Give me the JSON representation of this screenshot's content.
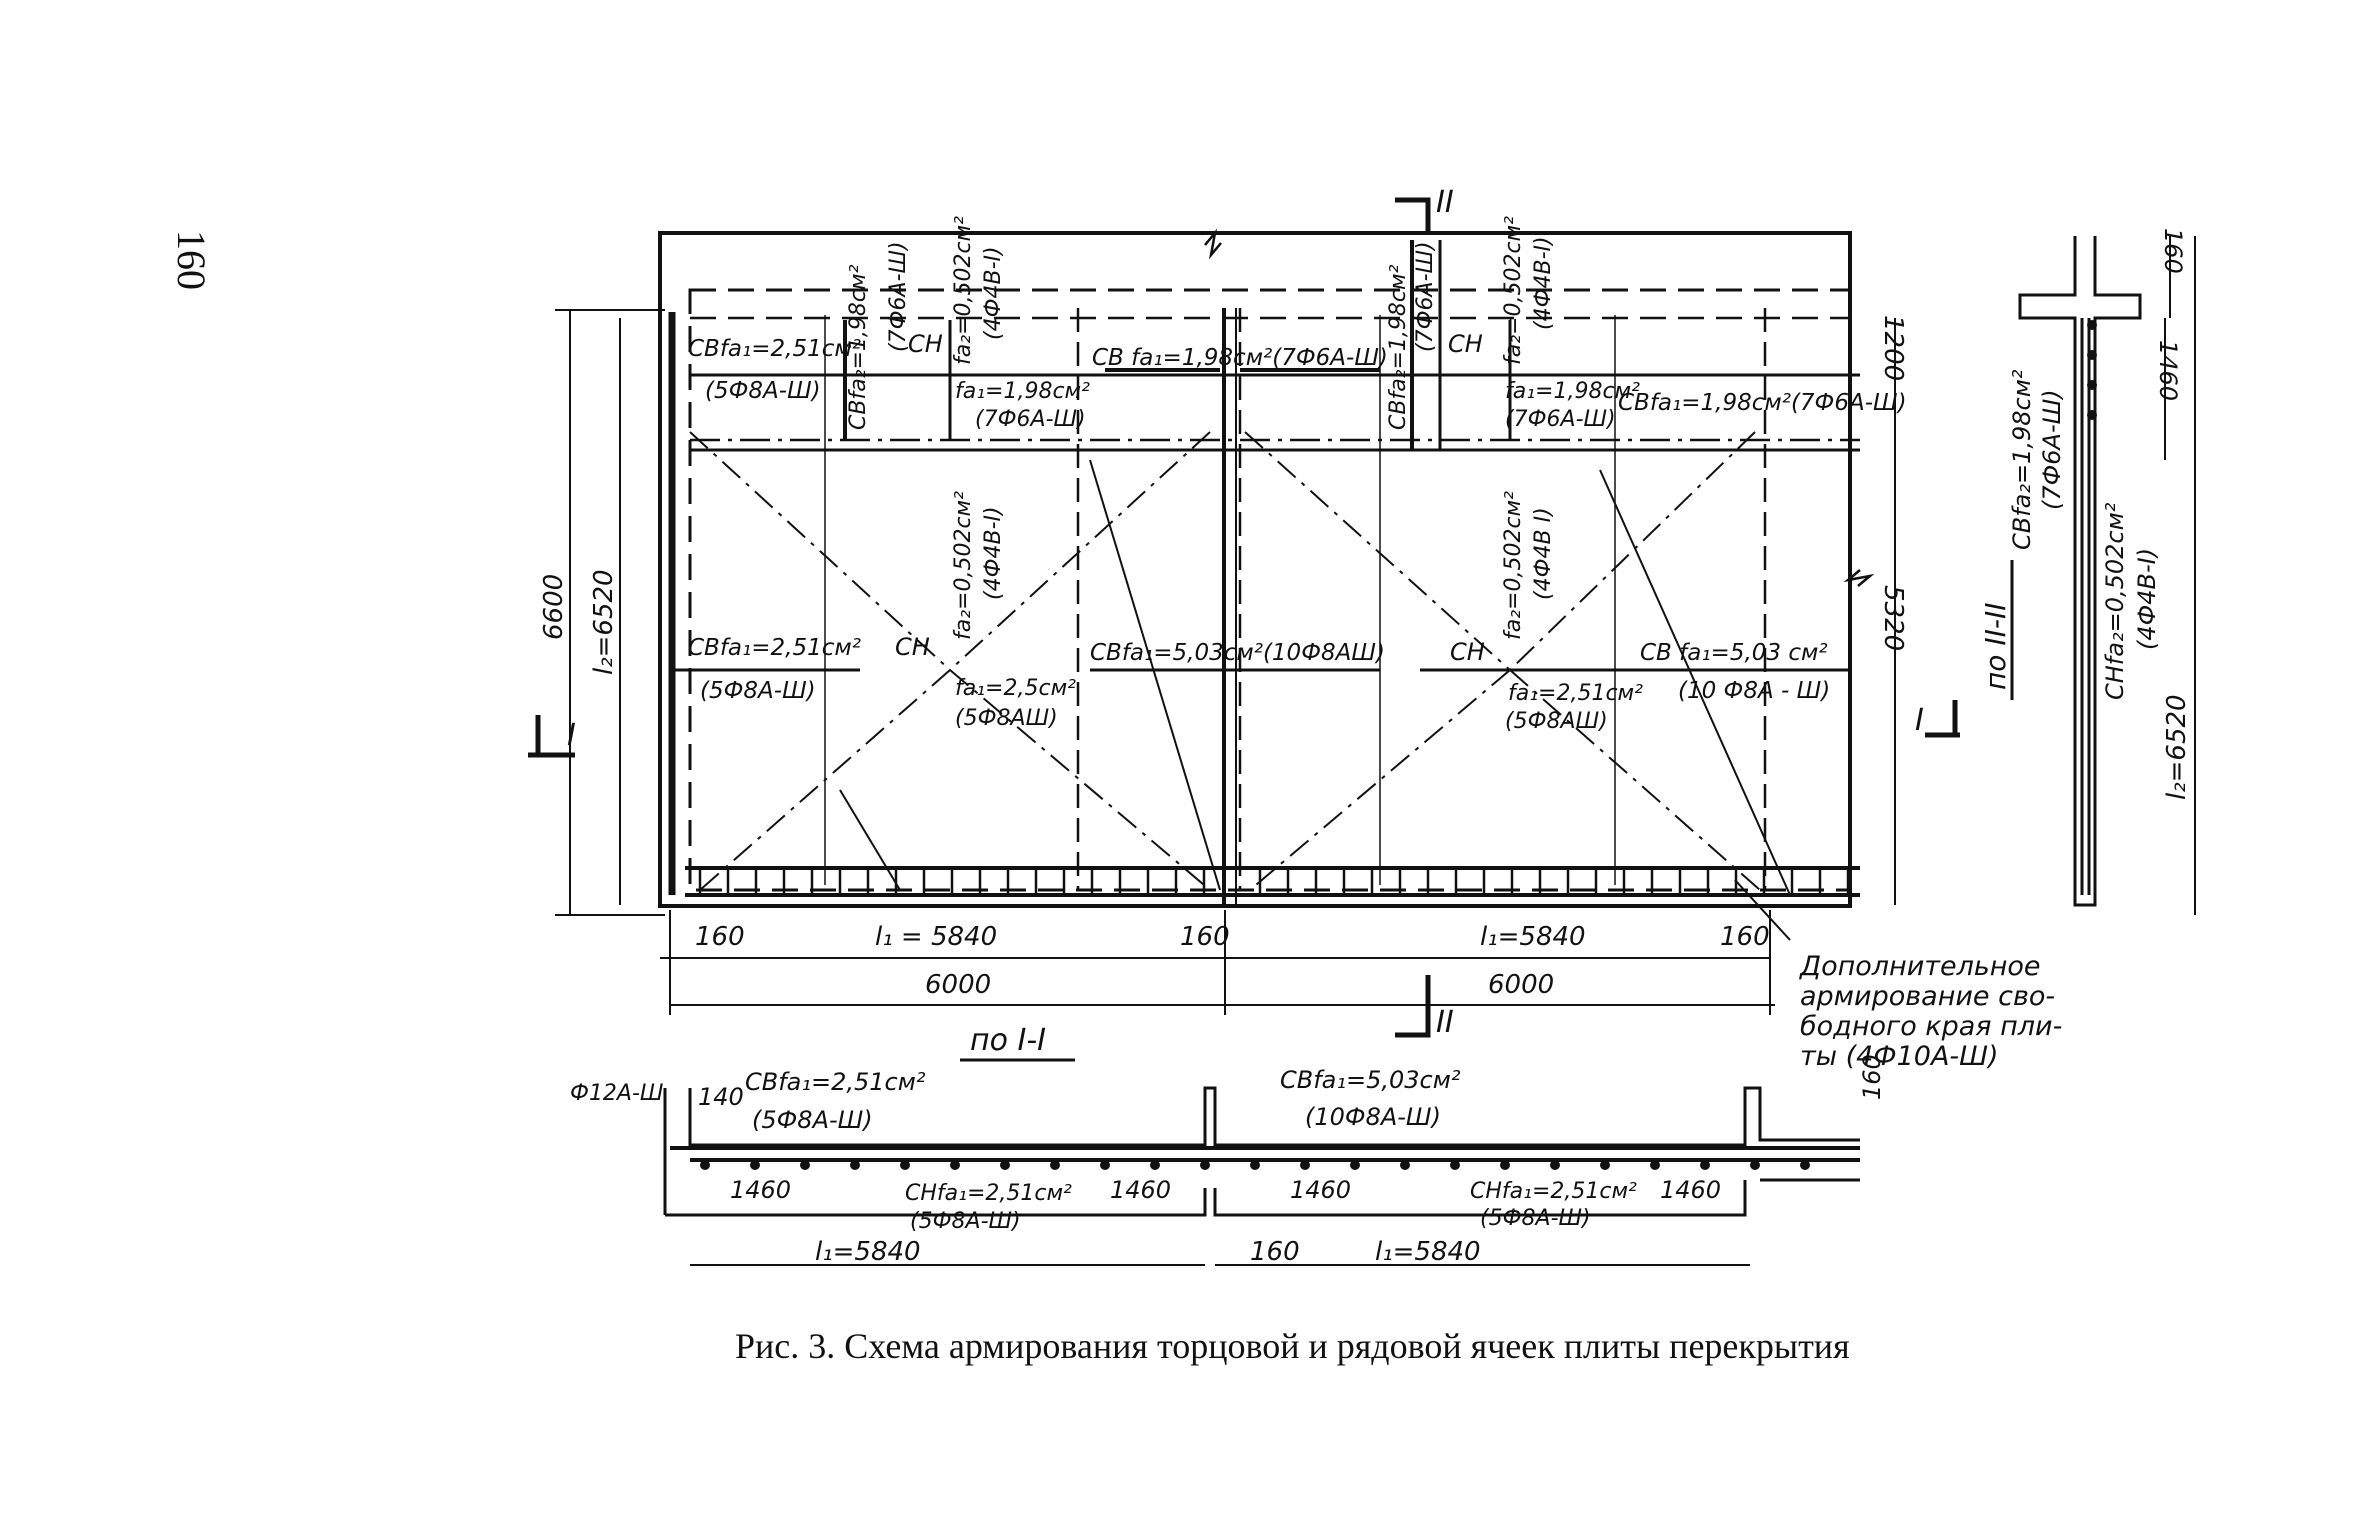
{
  "page": {
    "number": "160",
    "caption": "Рис. 3. Схема армирования торцовой и рядовой ячеек плиты перекрытия"
  },
  "plan": {
    "section_mark_top": "II",
    "section_mark_bottom": "II",
    "section_mark_left": "I",
    "section_mark_right": "I",
    "top_left": {
      "cb_fa1": "CBfa₁=2,51см²",
      "cb_fa1_bars": "(5Ф8А-Ш)",
      "cb_fa2": "CBfa₂=1,98см²",
      "cb_fa2_bars": "(7Ф6А-Ш)",
      "ch": "CH",
      "ch_fa2": "fa₂=0,502см²",
      "ch_fa2_bars": "(4Ф4В-I)",
      "ch_fa1": "fa₁=1,98см²",
      "ch_fa1_bars": "(7Ф6А-Ш)"
    },
    "top_mid": {
      "cb_fa1": "CB fa₁=1,98см²(7Ф6А-Ш)"
    },
    "top_right": {
      "cb_fa2": "CBfa₂=1,98см²",
      "cb_fa2_bars": "(7Ф6А-Ш)",
      "ch": "CH",
      "ch_fa2": "fa₂=0,502см²",
      "ch_fa2_bars": "(4Ф4В-I)",
      "ch_fa1": "fa₁=1,98см²",
      "ch_fa1_bars": "(7Ф6А-Ш)",
      "cb_fa1": "CBfa₁=1,98см²(7Ф6А-Ш)"
    },
    "mid_left": {
      "cb_fa1": "CBfa₁=2,51см²",
      "cb_fa1_bars": "(5Ф8А-Ш)",
      "ch": "CH",
      "ch_fa2": "fa₂=0,502см²",
      "ch_fa2_bars": "(4Ф4В-I)",
      "ch_fa1": "fa₁=2,5см²",
      "ch_fa1_bars": "(5Ф8АШ)"
    },
    "mid_center": {
      "cb_fa1": "CBfa₁=5,03см²(10Ф8АШ)"
    },
    "mid_right": {
      "ch": "CH",
      "ch_fa2": "fa₂=0,502см²",
      "ch_fa2_bars": "(4Ф4В I)",
      "ch_fa1": "fa₁=2,51см²",
      "ch_fa1_bars": "(5Ф8АШ)",
      "cb_fa1": "CB fa₁=5,03 см²",
      "cb_fa1_bars": "(10 Ф8А - Ш)"
    },
    "dims": {
      "d6600": "6600",
      "l2_left": "l₂=6520",
      "d5320": "5320",
      "d1200": "1200",
      "d160_a": "160",
      "l1_a": "l₁ = 5840",
      "d160_b": "160",
      "l1_b": "l₁=5840",
      "d160_c": "160",
      "d6000_a": "6000",
      "d6000_b": "6000"
    },
    "note": [
      "Дополнительное",
      "армирование сво-",
      "бодного края пли-",
      "ты (4Ф10А-Ш)"
    ]
  },
  "section2": {
    "title": "по II-II",
    "d160": "160",
    "d1460": "1460",
    "cb_fa2": "CBfa₂=1,98см²",
    "cb_fa2_bars": "(7Ф6А-Ш)",
    "ch_fa2": "CHfa₂=0,502см²",
    "ch_fa2_bars": "(4Ф4В-I)",
    "l2": "l₂=6520"
  },
  "section1": {
    "title": "по I-I",
    "edge_bar": "Ф12А-Ш",
    "d140": "140",
    "cb_left": "CBfa₁=2,51см²",
    "cb_left_bars": "(5Ф8А-Ш)",
    "cb_right": "CBfa₁=5,03см²",
    "cb_right_bars": "(10Ф8А-Ш)",
    "d160_right": "160",
    "d1460_a": "1460",
    "d1460_b": "1460",
    "d1460_c": "1460",
    "d1460_d": "1460",
    "ch_left": "CHfa₁=2,51см²",
    "ch_left_bars": "(5Ф8А-Ш)",
    "ch_right": "CHfa₁=2,51см²",
    "ch_right_bars": "(5Ф8А-Ш)",
    "l1_left": "l₁=5840",
    "d160_mid": "160",
    "l1_right": "l₁=5840"
  }
}
